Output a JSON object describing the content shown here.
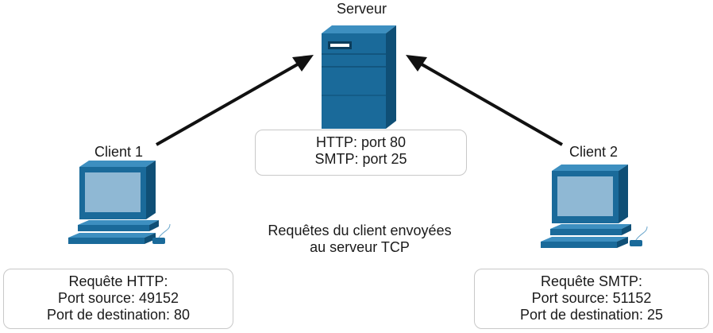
{
  "server": {
    "title": "Serveur",
    "ports": [
      "HTTP: port 80",
      "SMTP: port 25"
    ]
  },
  "client1": {
    "title": "Client 1",
    "request": [
      "Requête HTTP:",
      "Port source: 49152",
      "Port de destination: 80"
    ]
  },
  "client2": {
    "title": "Client 2",
    "request": [
      "Requête SMTP:",
      "Port source: 51152",
      "Port de destination: 25"
    ]
  },
  "caption": [
    "Requêtes du client envoyées",
    "au serveur TCP"
  ],
  "colors": {
    "device_front": "#1a6a9a",
    "device_side": "#0f4f76",
    "device_top": "#3d8fc0",
    "screen": "#8fb8d4",
    "arrow": "#111111",
    "box_border": "#c8c8c8"
  },
  "icons": [
    "server-icon",
    "computer-icon",
    "computer-icon"
  ]
}
